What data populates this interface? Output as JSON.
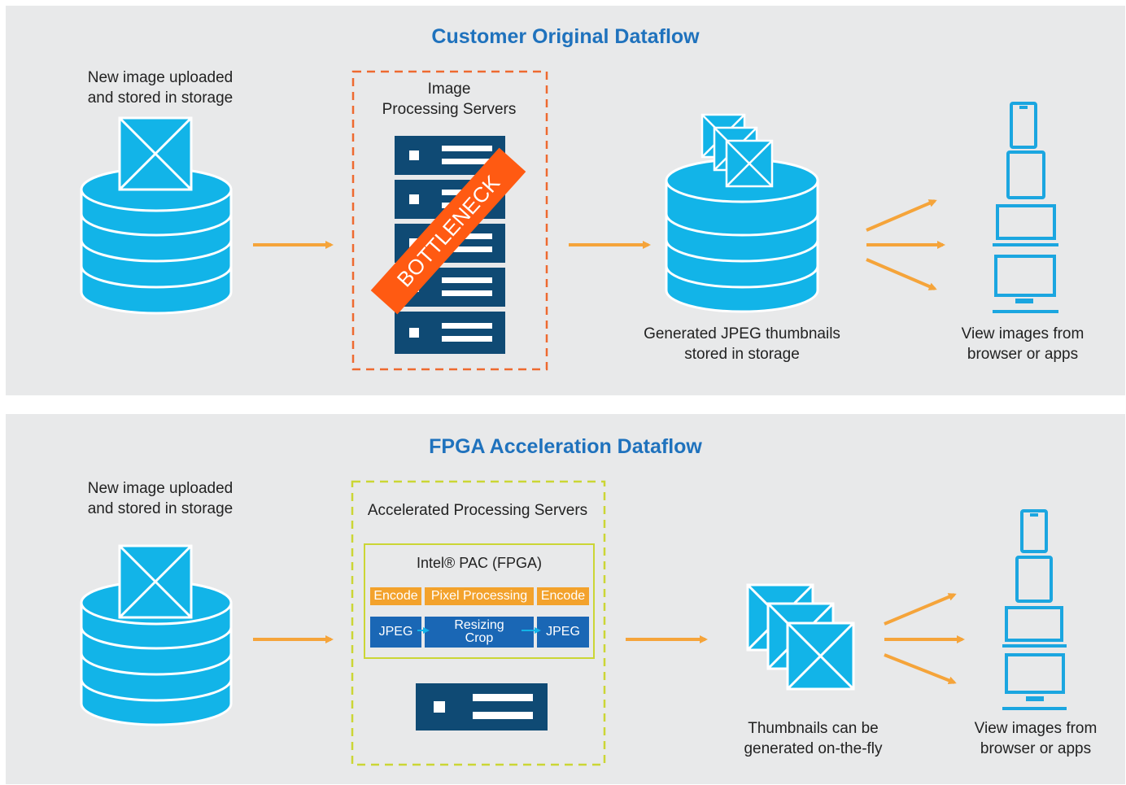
{
  "top": {
    "title": "Customer Original Dataflow",
    "upload_label": "New image uploaded\nand stored in storage",
    "servers_label": "Image\nProcessing Servers",
    "bottleneck": "BOTTLENECK",
    "thumbnails_label": "Generated JPEG thumbnails\nstored in storage",
    "view_label": "View images from\nbrowser or apps"
  },
  "bottom": {
    "title": "FPGA Acceleration Dataflow",
    "upload_label": "New image uploaded\nand stored in storage",
    "servers_label": "Accelerated Processing Servers",
    "pac_label": "Intel® PAC (FPGA)",
    "stages": [
      "Encode",
      "Pixel Processing",
      "Encode"
    ],
    "blocks": [
      "JPEG",
      "Resizing\nCrop",
      "JPEG"
    ],
    "thumbnails_label": "Thumbnails can be\ngenerated  on-the-fly",
    "view_label": "View images from\nbrowser or apps"
  },
  "colors": {
    "panel_bg": "#e8e9ea",
    "title": "#1f72bd",
    "database": "#12b4e8",
    "arrow": "#f5a43a",
    "server": "#0f4a74",
    "bottleneck": "#ff5a12",
    "dashed_red": "#ee6a30",
    "dashed_green": "#cbd635",
    "device": "#1ba6e0"
  },
  "icons": [
    "database-icon",
    "image-icon",
    "server-rack-icon",
    "thumbnail-stack-icon",
    "phone-icon",
    "tablet-icon",
    "laptop-icon",
    "monitor-icon",
    "fpga-server-icon"
  ]
}
